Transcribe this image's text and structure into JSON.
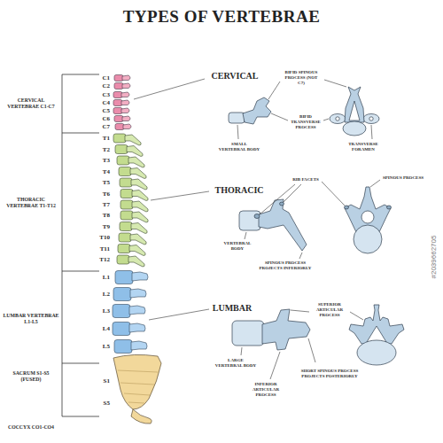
{
  "diagram": {
    "title": "TYPES OF VERTEBRAE",
    "labels": [
      "CERVICAL VERTEBRAE C1-C7",
      "THORACIC VERTEBRAE T1-T12",
      "LUMBAR VERTEBRAE L1-L5",
      "SACRUM S1-S5 (FUSED)",
      "COCCYX CO1-CO4",
      "C1",
      "C2",
      "C3",
      "C4",
      "C5",
      "C6",
      "C7",
      "T1",
      "T2",
      "T3",
      "T4",
      "T5",
      "T6",
      "T7",
      "T8",
      "T9",
      "T10",
      "T11",
      "T12",
      "L1",
      "L2",
      "L3",
      "L4",
      "L5",
      "S1",
      "S5",
      "CERVICAL",
      "THORACIC",
      "LUMBAR",
      "SMALL VERTEBRAL BODY",
      "BIFID SPINOUS PROCESS (NOT C7)",
      "BIFID TRANSVERSE PROCESS",
      "TRANSVERSE FORAMEN",
      "RIB FACETS",
      "SPINOUS PROCESS",
      "VERTEBRAL BODY",
      "SPINOUS PROCESS PROJECTS INFERIORLY",
      "SUPERIOR ARTICULAR PROCESS",
      "LARGE VERTEBRAL BODY",
      "SHORT SPINOUS PROCESS PROJECTS POSTERIORLY",
      "INFERIOR ARTICULAR PROCESS",
      "#2039662705"
    ]
  }
}
